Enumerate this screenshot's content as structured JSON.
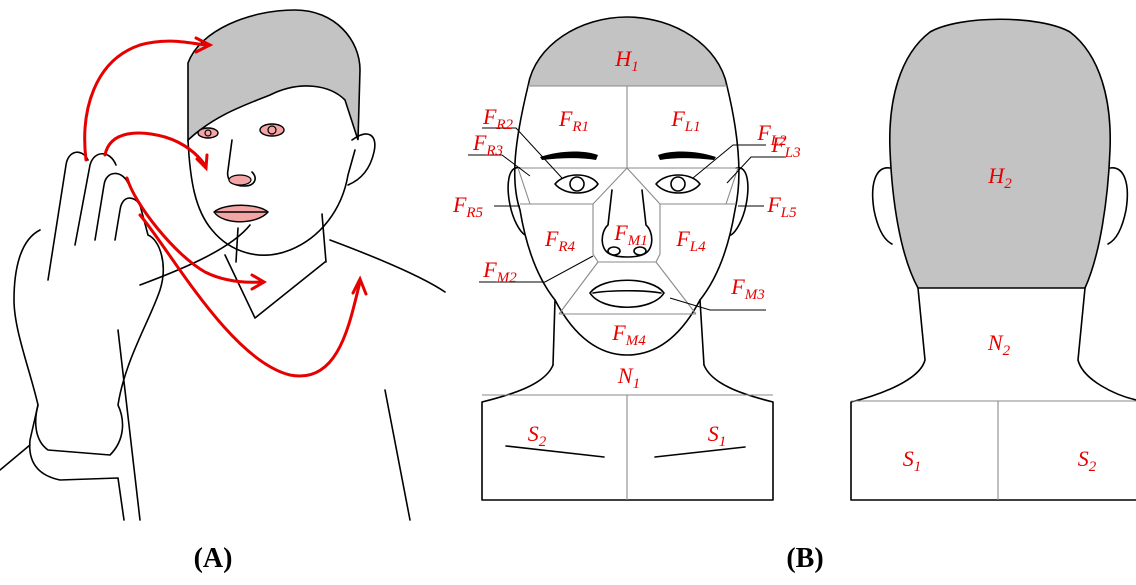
{
  "panels": {
    "a": {
      "caption": "(A)"
    },
    "b": {
      "caption": "(B)"
    }
  },
  "zone_labels": {
    "H1": {
      "main": "H",
      "sub": "1"
    },
    "FR1": {
      "main": "F",
      "sub": "R1"
    },
    "FL1": {
      "main": "F",
      "sub": "L1"
    },
    "FR2": {
      "main": "F",
      "sub": "R2"
    },
    "FL2": {
      "main": "F",
      "sub": "L2"
    },
    "FR3": {
      "main": "F",
      "sub": "R3"
    },
    "FL3": {
      "main": "F",
      "sub": "L3"
    },
    "FR5": {
      "main": "F",
      "sub": "R5"
    },
    "FL5": {
      "main": "F",
      "sub": "L5"
    },
    "FR4": {
      "main": "F",
      "sub": "R4"
    },
    "FL4": {
      "main": "F",
      "sub": "L4"
    },
    "FM1": {
      "main": "F",
      "sub": "M1"
    },
    "FM2": {
      "main": "F",
      "sub": "M2"
    },
    "FM3": {
      "main": "F",
      "sub": "M3"
    },
    "FM4": {
      "main": "F",
      "sub": "M4"
    },
    "N1": {
      "main": "N",
      "sub": "1"
    },
    "S2_front": {
      "main": "S",
      "sub": "2"
    },
    "S1_front": {
      "main": "S",
      "sub": "1"
    },
    "H2": {
      "main": "H",
      "sub": "2"
    },
    "N2": {
      "main": "N",
      "sub": "2"
    },
    "S1_back": {
      "main": "S",
      "sub": "1"
    },
    "S2_back": {
      "main": "S",
      "sub": "2"
    }
  },
  "colors": {
    "label": "#e60000",
    "arrow": "#e60000",
    "hair": "#c3c3c3",
    "skin_feature": "#f4a6a6",
    "grid": "#8a8a8a"
  }
}
